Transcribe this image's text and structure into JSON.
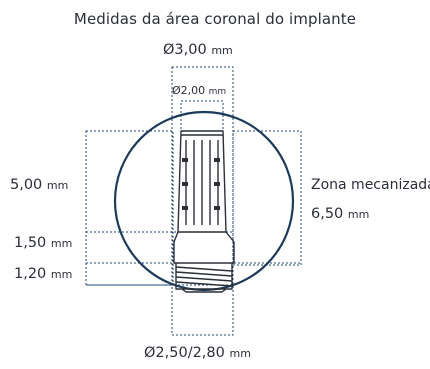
{
  "diagram": {
    "title": "Medidas da área coronal do implante",
    "unit": "mm",
    "labels": {
      "top_outer_diameter": "Ø3,00",
      "top_inner_diameter": "Ø2,00",
      "left_height_upper": "5,00",
      "left_height_middle": "1,50",
      "left_height_lower": "1,20",
      "right_zone_title": "Zona mecanizada",
      "right_zone_value": "6,50",
      "bottom_diameters": "Ø2,50/2,80"
    },
    "colors": {
      "circle_stroke": "#1c3a5a",
      "dashed_lines": "#1f4a7a",
      "implant_stroke": "#2b2f38",
      "text": "#2b2f38"
    }
  }
}
